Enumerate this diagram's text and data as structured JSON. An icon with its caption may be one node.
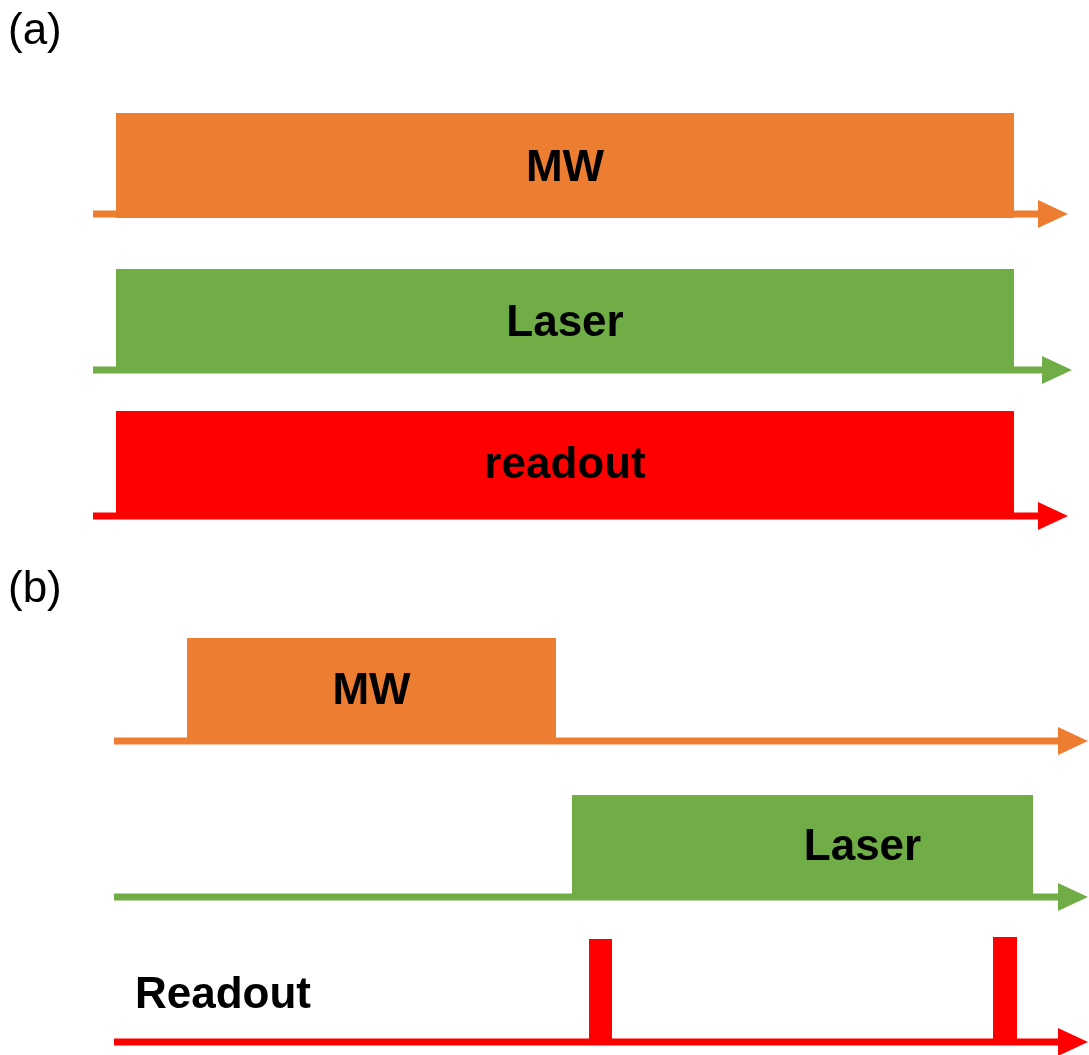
{
  "diagram": {
    "nodes": [
      {
        "text": [
          "MW"
        ]
      },
      {
        "text": [
          "Laser"
        ]
      },
      {
        "text": [
          "readout"
        ]
      },
      {
        "text": [
          "MW"
        ]
      },
      {
        "text": [
          "Laser"
        ]
      },
      {
        "text": [],
        "shape": "bar"
      },
      {
        "text": [],
        "shape": "bar"
      }
    ],
    "labels": [
      "(a)",
      "(b)",
      "Readout"
    ]
  }
}
